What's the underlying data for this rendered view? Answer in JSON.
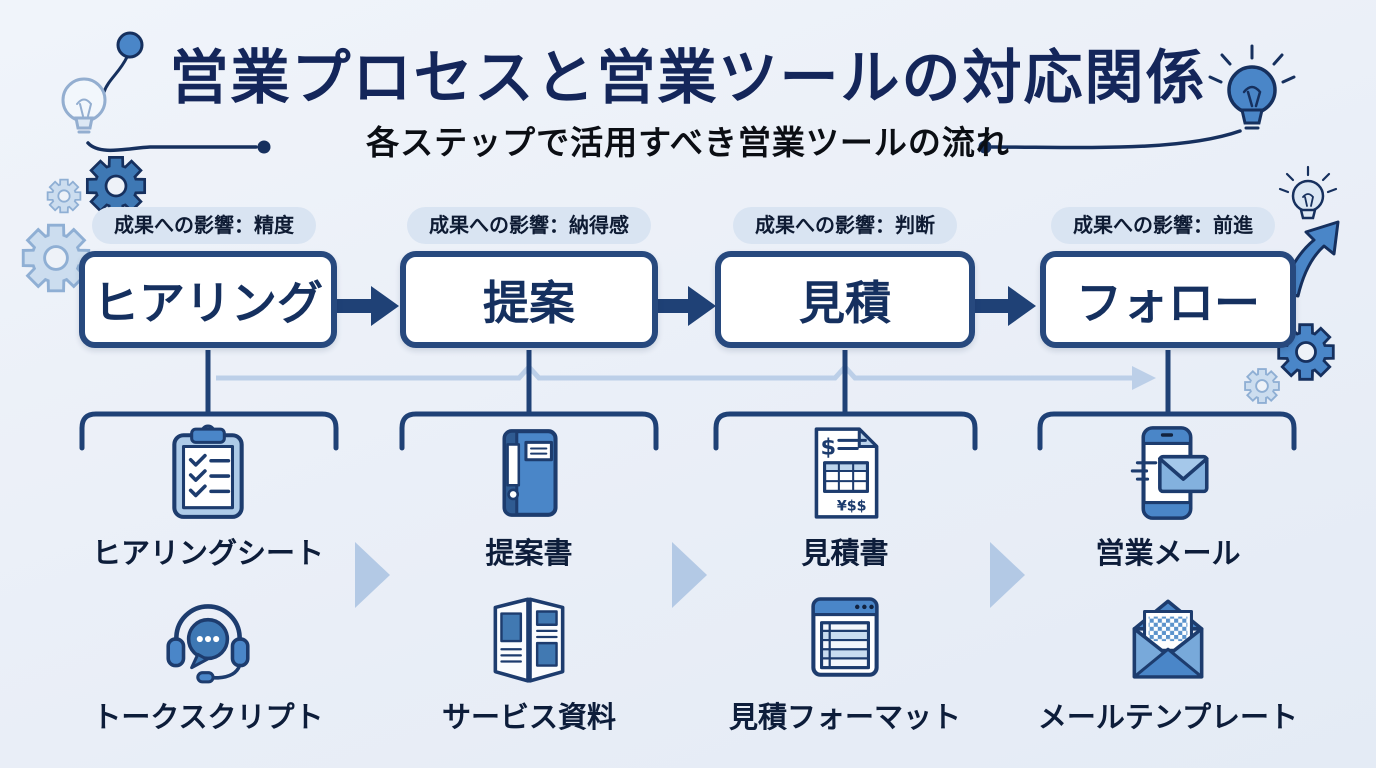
{
  "title": "営業プロセスと営業ツールの対応関係",
  "subtitle": "各ステップで活用すべき営業ツールの流れ",
  "steps": [
    {
      "impact_badge": "成果への影響：精度",
      "name": "ヒアリング"
    },
    {
      "impact_badge": "成果への影響：納得感",
      "name": "提案"
    },
    {
      "impact_badge": "成果への影響：判断",
      "name": "見積"
    },
    {
      "impact_badge": "成果への影響：前進",
      "name": "フォロー"
    }
  ],
  "tool_groups": [
    {
      "tools": [
        {
          "label": "ヒアリングシート",
          "icon": "clipboard-checklist-icon"
        },
        {
          "label": "トークスクリプト",
          "icon": "headset-chat-icon"
        }
      ]
    },
    {
      "tools": [
        {
          "label": "提案書",
          "icon": "proposal-binder-icon"
        },
        {
          "label": "サービス資料",
          "icon": "brochure-icon"
        }
      ]
    },
    {
      "tools": [
        {
          "label": "見積書",
          "icon": "invoice-icon"
        },
        {
          "label": "見積フォーマット",
          "icon": "spreadsheet-window-icon"
        }
      ]
    },
    {
      "tools": [
        {
          "label": "営業メール",
          "icon": "phone-mail-icon"
        },
        {
          "label": "メールテンプレート",
          "icon": "mail-template-icon"
        }
      ]
    }
  ],
  "icon_texts": {
    "invoice_currency": "$",
    "invoice_amount": "¥$$"
  },
  "colors": {
    "background": "#eef2f8",
    "navy": "#1f4176",
    "box_border": "#27497e",
    "title_navy": "#14265a",
    "accent_blue": "#4a86c8",
    "mid_blue": "#3e78b4",
    "light_blue": "#bdd1ea",
    "badge_bg": "#d9e4f2"
  }
}
